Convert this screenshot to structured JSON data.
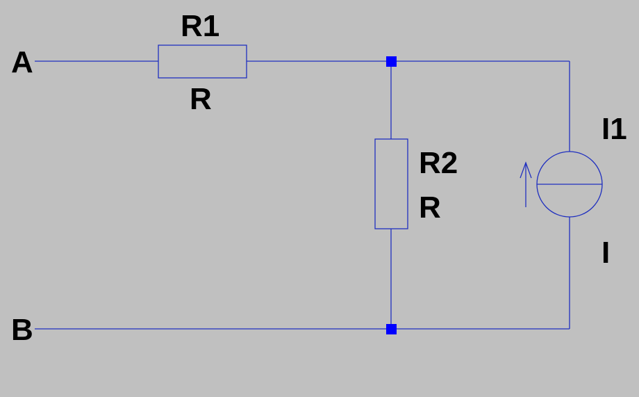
{
  "colors": {
    "background": "#c0c0c0",
    "wire": "#1f2fbf",
    "junction": "#0000ff",
    "text": "#000000"
  },
  "nodes": {
    "a_label": "A",
    "b_label": "B"
  },
  "r1": {
    "name": "R1",
    "value": "R"
  },
  "r2": {
    "name": "R2",
    "value": "R"
  },
  "i1": {
    "name": "I1",
    "value": "I",
    "icon": "current-source-icon"
  }
}
